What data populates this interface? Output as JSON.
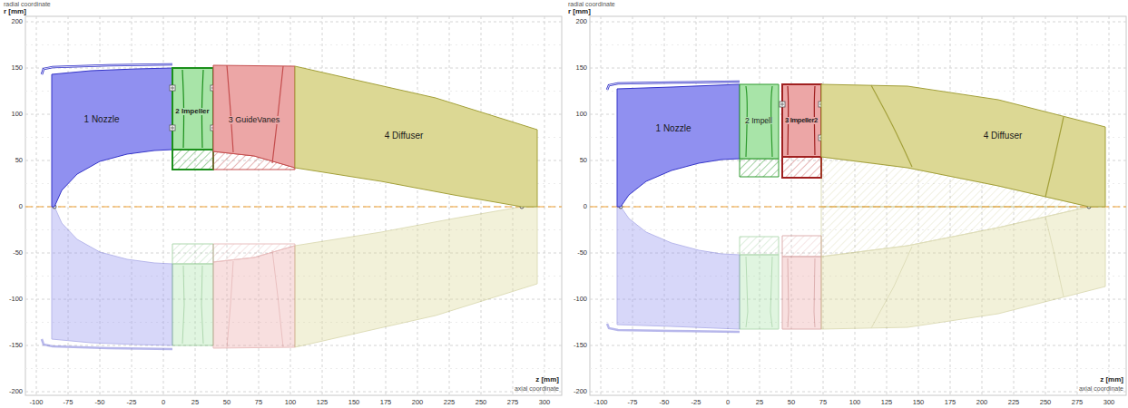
{
  "diagram": {
    "nodes": [
      {
        "text": [
          "1 Nozzle"
        ]
      },
      {
        "text": [
          "2 Impeller"
        ]
      },
      {
        "text": [
          "3 GuideVanes"
        ]
      },
      {
        "text": [
          "4 Diffuser"
        ]
      },
      {
        "text": [
          "1 Nozzle"
        ]
      },
      {
        "text": [
          "2 Impell"
        ]
      },
      {
        "text": [
          "3 Impeller2"
        ]
      },
      {
        "text": [
          "4 Diffuser"
        ]
      }
    ],
    "labels": [
      "radial coordinate",
      "r [mm]",
      "200",
      "150",
      "100",
      "50",
      "0",
      "-50",
      "-100",
      "-150",
      "-200",
      "-100",
      "-75",
      "-50",
      "-25",
      "0",
      "25",
      "50",
      "75",
      "100",
      "125",
      "150",
      "175",
      "200",
      "225",
      "250",
      "275",
      "300",
      "z [mm]",
      "axial coordinate",
      "radial coordinate",
      "r [mm]",
      "200",
      "150",
      "100",
      "50",
      "0",
      "-50",
      "-100",
      "-150",
      "-200",
      "-100",
      "-75",
      "-50",
      "-25",
      "0",
      "25",
      "50",
      "75",
      "100",
      "125",
      "150",
      "175",
      "200",
      "225",
      "250",
      "275",
      "300",
      "z [mm]",
      "axial coordinate"
    ]
  }
}
